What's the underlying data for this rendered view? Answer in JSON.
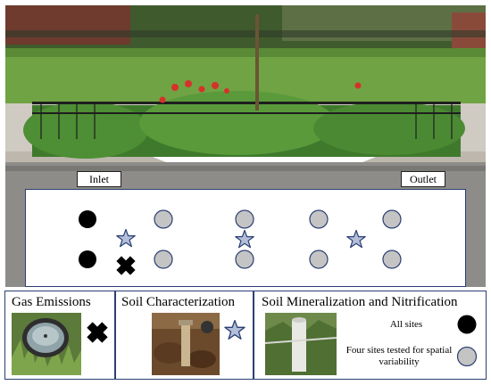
{
  "labels": {
    "inlet": "Inlet",
    "outlet": "Outlet"
  },
  "legend": {
    "gas": {
      "title": "Gas Emissions",
      "marker": "cross"
    },
    "soil": {
      "title": "Soil Characterization",
      "marker": "star"
    },
    "mineralization": {
      "title": "Soil Mineralization and Nitrification",
      "entries": [
        {
          "text": "All sites",
          "marker": "black-circle"
        },
        {
          "text": "Four sites tested for spatial variability",
          "marker": "gray-circle"
        }
      ]
    }
  },
  "colors": {
    "panel_border": "#2b3f74",
    "black_marker": "#000000",
    "gray_marker": "#c4c4c4",
    "star_fill": "#b3bfd9",
    "marker_stroke": "#2b3f74"
  },
  "icons": [
    "cross-icon",
    "star-icon",
    "black-circle-icon",
    "gray-circle-icon"
  ]
}
